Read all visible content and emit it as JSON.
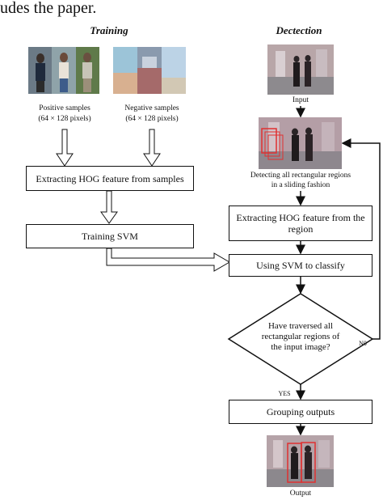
{
  "page_text_top": "udes the paper.",
  "training": {
    "heading": "Training",
    "positive_label": "Positive samples",
    "positive_size": "(64 × 128 pixels)",
    "negative_label": "Negative samples",
    "negative_size": "(64 × 128 pixels)",
    "extract_box": "Extracting HOG feature from samples",
    "svm_box": "Training SVM"
  },
  "detection": {
    "heading": "Dectection",
    "input_label": "Input",
    "detect_caption": "Detecting all rectangular regions in a sliding fashion",
    "extract_box": "Extracting HOG feature from the region",
    "classify_box": "Using SVM to classify",
    "decision": "Have traversed all rectangular regions of the input image?",
    "no_label": "N0",
    "yes_label": "YES",
    "group_box": "Grouping outputs",
    "output_label": "Output"
  }
}
